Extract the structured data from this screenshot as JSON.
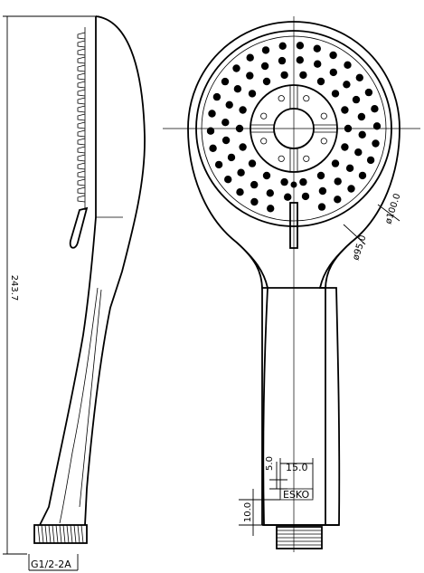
{
  "drawing": {
    "dimensions": {
      "overall_length": "243.7",
      "thread": "G1/2-2A",
      "diameter_outer": "ø100.0",
      "diameter_inner": "ø95.0",
      "logo_width": "15.0",
      "logo_height": "5.0",
      "logo_offset": "10.0"
    },
    "logo_text": "ESKO"
  }
}
